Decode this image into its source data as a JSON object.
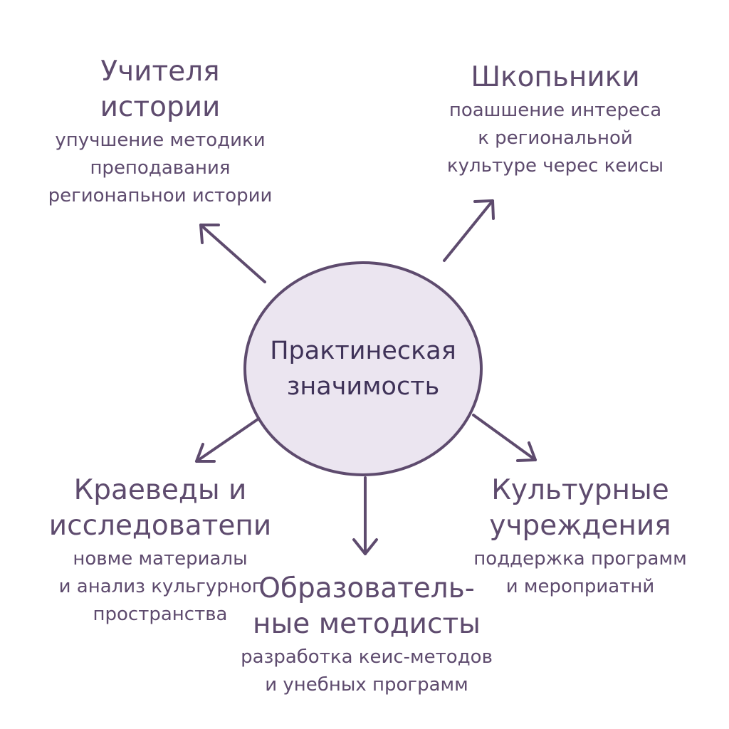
{
  "center": {
    "line1": "Практинеская",
    "line2": "значимость"
  },
  "nodes": {
    "teachers": {
      "title": [
        "Учителя",
        "истории"
      ],
      "desc": [
        "упучшение методики",
        "преподавания",
        "регионапьнои истории"
      ]
    },
    "students": {
      "title": [
        "Шкопьники"
      ],
      "desc": [
        "поашшение интереса",
        "к региональной",
        "культуре черес кеисы"
      ]
    },
    "locals": {
      "title": [
        "Краеведы и",
        "исследоватепи"
      ],
      "desc": [
        "новме материалы",
        "и анализ кульгурног",
        "пространства"
      ]
    },
    "culture": {
      "title": [
        "Культурные",
        "учреждения"
      ],
      "desc": [
        "поддержка программ",
        "и мероприатнй"
      ]
    },
    "method": {
      "title": [
        "Образоватeль-",
        "ные методисты"
      ],
      "desc": [
        "разработка кеис-методов",
        "и унебных программ"
      ]
    }
  },
  "colors": {
    "stroke": "#5e4b6e",
    "circle_fill": "#ebe5f0",
    "text": "#5e4b6e",
    "center_text": "#3f3258"
  }
}
